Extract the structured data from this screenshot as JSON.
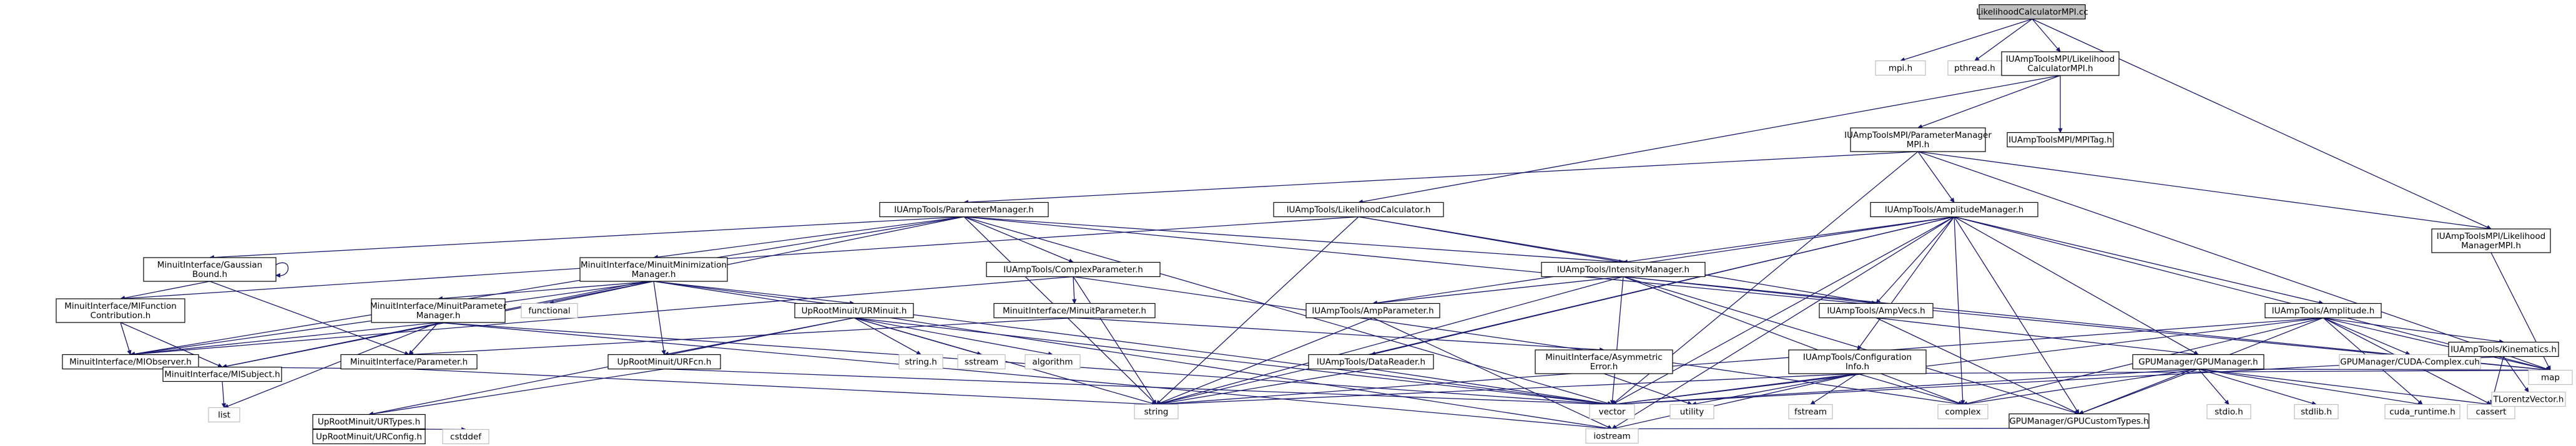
{
  "nodes": [
    {
      "id": "root",
      "lines": [
        "LikelihoodCalculatorMPI.cc"
      ],
      "root": true
    },
    {
      "id": "mpih",
      "lines": [
        "mpi.h"
      ]
    },
    {
      "id": "pthread",
      "lines": [
        "pthread.h"
      ]
    },
    {
      "id": "lcmpi",
      "lines": [
        "IUAmpToolsMPI/Likelihood",
        "CalculatorMPI.h"
      ],
      "linked": true
    },
    {
      "id": "pmmpi",
      "lines": [
        "IUAmpToolsMPI/ParameterManager",
        "MPI.h"
      ],
      "linked": true
    },
    {
      "id": "mpitag",
      "lines": [
        "IUAmpToolsMPI/MPITag.h"
      ],
      "linked": true
    },
    {
      "id": "lmmpi",
      "lines": [
        "IUAmpToolsMPI/Likelihood",
        "ManagerMPI.h"
      ],
      "linked": true
    },
    {
      "id": "pm",
      "lines": [
        "IUAmpTools/ParameterManager.h"
      ],
      "linked": true
    },
    {
      "id": "lc",
      "lines": [
        "IUAmpTools/LikelihoodCalculator.h"
      ],
      "linked": true
    },
    {
      "id": "am",
      "lines": [
        "IUAmpTools/AmplitudeManager.h"
      ],
      "linked": true
    },
    {
      "id": "gauss",
      "lines": [
        "MinuitInterface/Gaussian",
        "Bound.h"
      ],
      "linked": true
    },
    {
      "id": "mmm",
      "lines": [
        "MinuitInterface/MinuitMinimization",
        "Manager.h"
      ],
      "linked": true
    },
    {
      "id": "cp",
      "lines": [
        "IUAmpTools/ComplexParameter.h"
      ],
      "linked": true
    },
    {
      "id": "im",
      "lines": [
        "IUAmpTools/IntensityManager.h"
      ],
      "linked": true
    },
    {
      "id": "mifc",
      "lines": [
        "MinuitInterface/MIFunction",
        "Contribution.h"
      ],
      "linked": true
    },
    {
      "id": "functional",
      "lines": [
        "functional"
      ]
    },
    {
      "id": "urminuit",
      "lines": [
        "UpRootMinuit/URMinuit.h"
      ],
      "linked": true
    },
    {
      "id": "mpm",
      "lines": [
        "MinuitInterface/MinuitParameter",
        "Manager.h"
      ],
      "linked": true
    },
    {
      "id": "mp",
      "lines": [
        "MinuitInterface/MinuitParameter.h"
      ],
      "linked": true
    },
    {
      "id": "ampparam",
      "lines": [
        "IUAmpTools/AmpParameter.h"
      ],
      "linked": true
    },
    {
      "id": "ampvecs",
      "lines": [
        "IUAmpTools/AmpVecs.h"
      ],
      "linked": true
    },
    {
      "id": "amplitude",
      "lines": [
        "IUAmpTools/Amplitude.h"
      ],
      "linked": true
    },
    {
      "id": "miobs",
      "lines": [
        "MinuitInterface/MIObserver.h"
      ],
      "linked": true
    },
    {
      "id": "param",
      "lines": [
        "MinuitInterface/Parameter.h"
      ],
      "linked": true
    },
    {
      "id": "urfcn",
      "lines": [
        "UpRootMinuit/URFcn.h"
      ],
      "linked": true
    },
    {
      "id": "stringh",
      "lines": [
        "string.h"
      ]
    },
    {
      "id": "sstream",
      "lines": [
        "sstream"
      ]
    },
    {
      "id": "algorithm",
      "lines": [
        "algorithm"
      ]
    },
    {
      "id": "dr",
      "lines": [
        "IUAmpTools/DataReader.h"
      ],
      "linked": true
    },
    {
      "id": "asym",
      "lines": [
        "MinuitInterface/Asymmetric",
        "Error.h"
      ],
      "linked": true
    },
    {
      "id": "config",
      "lines": [
        "IUAmpTools/Configuration",
        "Info.h"
      ],
      "linked": true
    },
    {
      "id": "gpum",
      "lines": [
        "GPUManager/GPUManager.h"
      ],
      "linked": true
    },
    {
      "id": "cudacomplex",
      "lines": [
        "GPUManager/CUDA-Complex.cuh"
      ]
    },
    {
      "id": "kin",
      "lines": [
        "IUAmpTools/Kinematics.h"
      ],
      "linked": true
    },
    {
      "id": "misubj",
      "lines": [
        "MinuitInterface/MISubject.h"
      ],
      "linked": true
    },
    {
      "id": "string",
      "lines": [
        "string"
      ]
    },
    {
      "id": "vector",
      "lines": [
        "vector"
      ]
    },
    {
      "id": "utility",
      "lines": [
        "utility"
      ]
    },
    {
      "id": "fstream",
      "lines": [
        "fstream"
      ]
    },
    {
      "id": "complex",
      "lines": [
        "complex"
      ]
    },
    {
      "id": "gpuct",
      "lines": [
        "GPUManager/GPUCustomTypes.h"
      ],
      "linked": true
    },
    {
      "id": "stdio",
      "lines": [
        "stdio.h"
      ]
    },
    {
      "id": "stdlib",
      "lines": [
        "stdlib.h"
      ]
    },
    {
      "id": "cudart",
      "lines": [
        "cuda_runtime.h"
      ]
    },
    {
      "id": "cassert",
      "lines": [
        "cassert"
      ]
    },
    {
      "id": "tlv",
      "lines": [
        "TLorentzVector.h"
      ]
    },
    {
      "id": "map",
      "lines": [
        "map"
      ]
    },
    {
      "id": "urtypes",
      "lines": [
        "UpRootMinuit/URTypes.h"
      ],
      "linked": true
    },
    {
      "id": "list",
      "lines": [
        "list"
      ]
    },
    {
      "id": "urconfig",
      "lines": [
        "UpRootMinuit/URConfig.h"
      ],
      "linked": true
    },
    {
      "id": "cstddef",
      "lines": [
        "cstddef"
      ]
    },
    {
      "id": "iostream",
      "lines": [
        "iostream"
      ]
    }
  ],
  "edges": [
    [
      "root",
      "mpih"
    ],
    [
      "root",
      "pthread"
    ],
    [
      "root",
      "lcmpi"
    ],
    [
      "root",
      "lmmpi"
    ],
    [
      "lcmpi",
      "lc"
    ],
    [
      "lcmpi",
      "pmmpi"
    ],
    [
      "lcmpi",
      "mpitag"
    ],
    [
      "pmmpi",
      "pm"
    ],
    [
      "pmmpi",
      "am"
    ],
    [
      "pmmpi",
      "lmmpi"
    ],
    [
      "pmmpi",
      "map"
    ],
    [
      "pmmpi",
      "vector"
    ],
    [
      "lmmpi",
      "map"
    ],
    [
      "pm",
      "gauss"
    ],
    [
      "pm",
      "mmm"
    ],
    [
      "pm",
      "cp"
    ],
    [
      "pm",
      "im"
    ],
    [
      "pm",
      "miobs"
    ],
    [
      "pm",
      "misubj"
    ],
    [
      "pm",
      "string"
    ],
    [
      "pm",
      "vector"
    ],
    [
      "pm",
      "map"
    ],
    [
      "lc",
      "mifc"
    ],
    [
      "lc",
      "im"
    ],
    [
      "lc",
      "ampvecs"
    ],
    [
      "lc",
      "string"
    ],
    [
      "am",
      "im"
    ],
    [
      "am",
      "ampparam"
    ],
    [
      "am",
      "ampvecs"
    ],
    [
      "am",
      "amplitude"
    ],
    [
      "am",
      "dr"
    ],
    [
      "am",
      "config"
    ],
    [
      "am",
      "gpum"
    ],
    [
      "am",
      "string"
    ],
    [
      "am",
      "vector"
    ],
    [
      "am",
      "complex"
    ],
    [
      "am",
      "map"
    ],
    [
      "am",
      "gpuct"
    ],
    [
      "am",
      "iostream"
    ],
    [
      "gauss",
      "gauss"
    ],
    [
      "gauss",
      "mifc"
    ],
    [
      "gauss",
      "param"
    ],
    [
      "mmm",
      "functional"
    ],
    [
      "mmm",
      "urminuit"
    ],
    [
      "mmm",
      "mpm"
    ],
    [
      "mmm",
      "miobs"
    ],
    [
      "mmm",
      "misubj"
    ],
    [
      "mmm",
      "urfcn"
    ],
    [
      "mmm",
      "vector"
    ],
    [
      "mmm",
      "iostream"
    ],
    [
      "cp",
      "mp"
    ],
    [
      "cp",
      "miobs"
    ],
    [
      "cp",
      "string"
    ],
    [
      "cp",
      "complex"
    ],
    [
      "im",
      "ampparam"
    ],
    [
      "im",
      "ampvecs"
    ],
    [
      "im",
      "string"
    ],
    [
      "im",
      "vector"
    ],
    [
      "im",
      "complex"
    ],
    [
      "im",
      "map"
    ],
    [
      "im",
      "gpuct"
    ],
    [
      "mifc",
      "miobs"
    ],
    [
      "mifc",
      "misubj"
    ],
    [
      "urminuit",
      "urfcn"
    ],
    [
      "urminuit",
      "urtypes"
    ],
    [
      "urminuit",
      "stringh"
    ],
    [
      "urminuit",
      "sstream"
    ],
    [
      "urminuit",
      "algorithm"
    ],
    [
      "urminuit",
      "vector"
    ],
    [
      "urminuit",
      "string"
    ],
    [
      "mpm",
      "param"
    ],
    [
      "mpm",
      "miobs"
    ],
    [
      "mpm",
      "list"
    ],
    [
      "mpm",
      "vector"
    ],
    [
      "mpm",
      "iostream"
    ],
    [
      "mp",
      "param"
    ],
    [
      "mp",
      "asym"
    ],
    [
      "ampparam",
      "string"
    ],
    [
      "ampparam",
      "iostream"
    ],
    [
      "ampvecs",
      "gpum"
    ],
    [
      "ampvecs",
      "gpuct"
    ],
    [
      "amplitude",
      "kin"
    ],
    [
      "amplitude",
      "cudacomplex"
    ],
    [
      "amplitude",
      "gpuct"
    ],
    [
      "amplitude",
      "complex"
    ],
    [
      "amplitude",
      "cassert"
    ],
    [
      "amplitude",
      "vector"
    ],
    [
      "amplitude",
      "string"
    ],
    [
      "amplitude",
      "map"
    ],
    [
      "amplitude",
      "cudart"
    ],
    [
      "param",
      "misubj"
    ],
    [
      "param",
      "string"
    ],
    [
      "urfcn",
      "urtypes"
    ],
    [
      "urfcn",
      "vector"
    ],
    [
      "dr",
      "vector"
    ],
    [
      "dr",
      "string"
    ],
    [
      "asym",
      "utility"
    ],
    [
      "config",
      "vector"
    ],
    [
      "config",
      "string"
    ],
    [
      "config",
      "map"
    ],
    [
      "config",
      "utility"
    ],
    [
      "config",
      "fstream"
    ],
    [
      "config",
      "complex"
    ],
    [
      "config",
      "iostream"
    ],
    [
      "gpum",
      "complex"
    ],
    [
      "gpum",
      "gpuct"
    ],
    [
      "gpum",
      "stdio"
    ],
    [
      "gpum",
      "stdlib"
    ],
    [
      "gpum",
      "cudart"
    ],
    [
      "gpum",
      "cassert"
    ],
    [
      "gpum",
      "vector"
    ],
    [
      "gpum",
      "map"
    ],
    [
      "kin",
      "tlv"
    ],
    [
      "kin",
      "cassert"
    ],
    [
      "kin",
      "vector"
    ],
    [
      "misubj",
      "list"
    ],
    [
      "urtypes",
      "urconfig"
    ],
    [
      "urtypes",
      "cstddef"
    ],
    [
      "gpuct",
      "iostream"
    ]
  ]
}
